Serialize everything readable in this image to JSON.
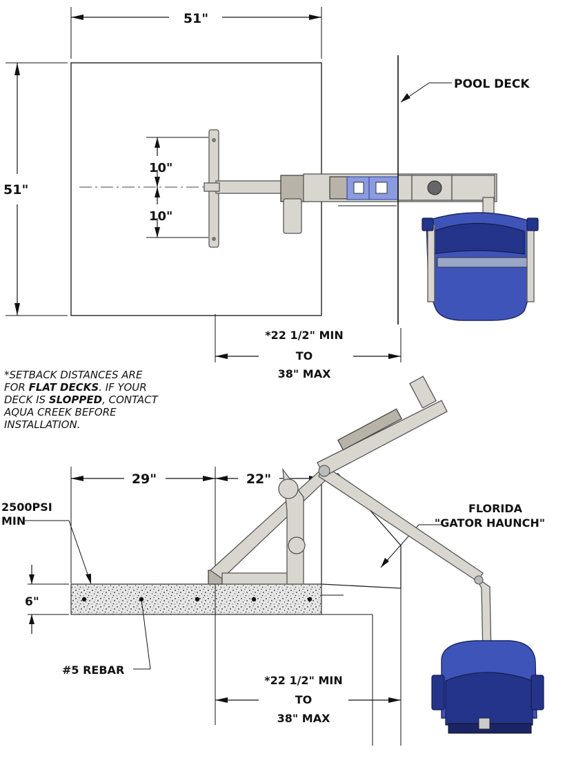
{
  "top_view": {
    "pad_width": "51\"",
    "pad_depth": "51\"",
    "anchor_spacing_upper": "10\"",
    "anchor_spacing_lower": "10\"",
    "pool_deck_label": "POOL DECK",
    "setback_line1": "*22 1/2\" MIN",
    "setback_line2": "TO",
    "setback_line3": "38\" MAX"
  },
  "note": {
    "line1_pre": "*SETBACK DISTANCES ARE",
    "line2_pre": "FOR ",
    "line2_bold": "FLAT DECKS",
    "line2_post": ". IF YOUR",
    "line3_pre": "DECK IS ",
    "line3_bold": "SLOPPED",
    "line3_post": ", CONTACT",
    "line4": "AQUA CREEK BEFORE",
    "line5": "INSTALLATION."
  },
  "side_view": {
    "dim_left": "29\"",
    "dim_right": "22\"",
    "concrete_line1": "2500PSI",
    "concrete_line2": "MIN",
    "thickness": "6\"",
    "rebar_label": "#5 REBAR",
    "haunch_line1": "FLORIDA",
    "haunch_line2": "\"GATOR HAUNCH\"",
    "setback_line1": "*22 1/2\" MIN",
    "setback_line2": "TO",
    "setback_line3": "38\" MAX"
  },
  "colors": {
    "seat_blue": "#3f54b8",
    "frame_gray": "#d9d6cf"
  }
}
